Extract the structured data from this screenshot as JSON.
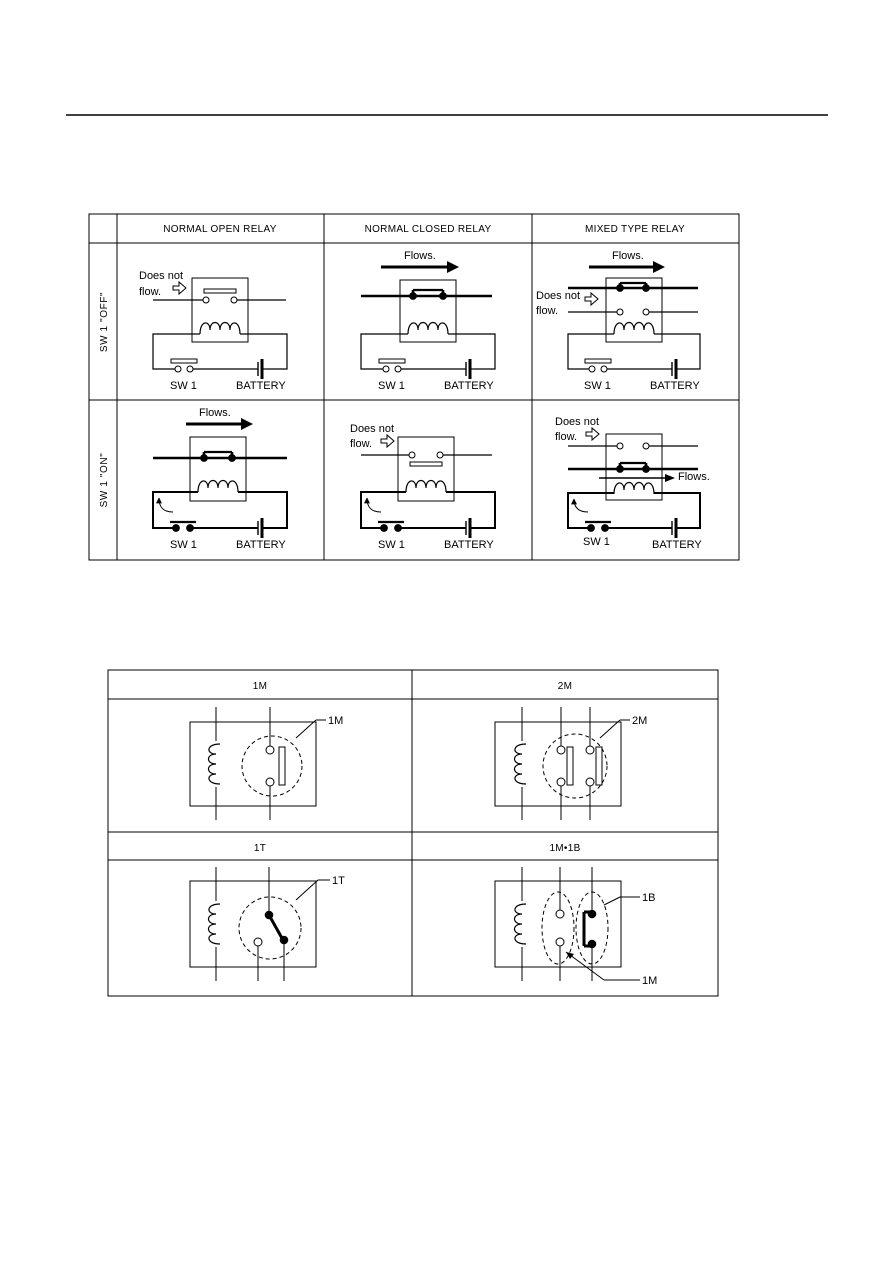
{
  "relay_table": {
    "columns": [
      "NORMAL OPEN RELAY",
      "NORMAL CLOSED RELAY",
      "MIXED TYPE RELAY"
    ],
    "rows": [
      "SW 1 \"OFF\"",
      "SW 1 \"ON\""
    ],
    "labels": {
      "flows": "Flows.",
      "does_not": "Does not",
      "flow": "flow.",
      "sw1": "SW 1",
      "battery": "BATTERY"
    }
  },
  "contact_table": {
    "cells": [
      "1M",
      "2M",
      "1T",
      "1M•1B"
    ],
    "callouts": {
      "c1m": "1M",
      "c2m": "2M",
      "c1t": "1T",
      "c1b": "1B",
      "c1m_b": "1M"
    }
  }
}
